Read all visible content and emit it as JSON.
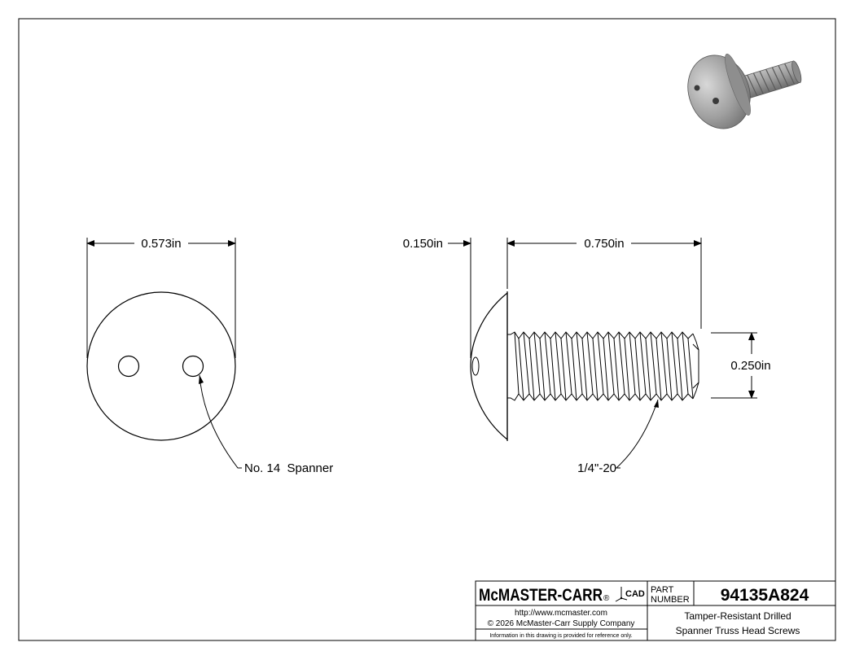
{
  "drawing": {
    "dimensions": {
      "head_diameter": "0.573in",
      "head_height": "0.150in",
      "length": "0.750in",
      "thread_diameter": "0.250in"
    },
    "callouts": {
      "spanner": "No. 14  Spanner",
      "thread": "1/4\"-20"
    }
  },
  "title_block": {
    "logo": "McMASTER-CARR",
    "registered_mark": "®",
    "cad_mark": "CAD",
    "url": "http://www.mcmaster.com",
    "copyright": "© 2026 McMaster-Carr Supply Company",
    "disclaimer": "Information in this drawing is provided for reference only.",
    "part_label_1": "PART",
    "part_label_2": "NUMBER",
    "part_number": "94135A824",
    "description_1": "Tamper-Resistant Drilled",
    "description_2": "Spanner Truss Head Screws"
  },
  "colors": {
    "line": "#000000",
    "render_body": "#9a9a9a",
    "render_dark": "#6a6a6a",
    "render_light": "#c8c8c8"
  }
}
